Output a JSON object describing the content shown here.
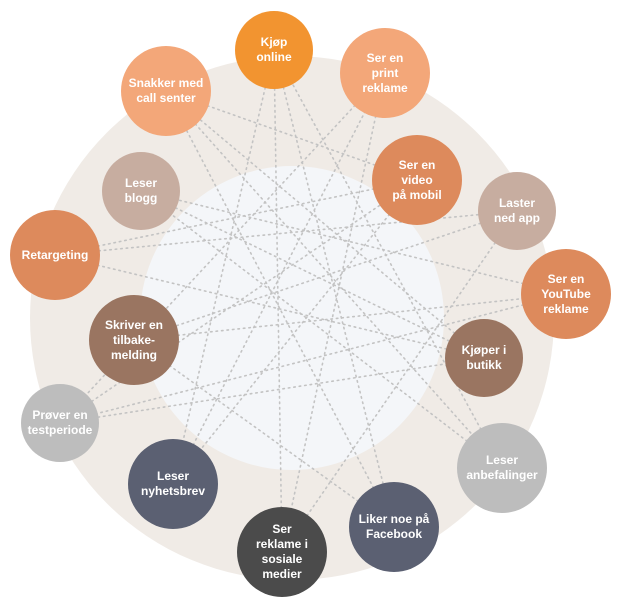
{
  "palette": {
    "ring": "#f0ebe6",
    "inner": "#f4f6f9",
    "dots": "#c3c3c3",
    "orange_light": "#f3a779",
    "orange": "#f29430",
    "orange_mid": "#dd8a5c",
    "brown": "#b98562",
    "taupe": "#c7ada0",
    "brown_dark": "#9a7561",
    "grey": "#bdbdbd",
    "slate": "#5b6072",
    "charcoal": "#4b4b4b"
  },
  "nodes": [
    {
      "id": "kjop-online",
      "label": "Kjøp\nonline",
      "color": "#f29430"
    },
    {
      "id": "print-reklame",
      "label": "Ser en\nprint\nreklame",
      "color": "#f3a779"
    },
    {
      "id": "video-mobil",
      "label": "Ser en\nvideo\npå mobil",
      "color": "#dd8a5c"
    },
    {
      "id": "laster-app",
      "label": "Laster\nned app",
      "color": "#c7ada0"
    },
    {
      "id": "youtube-reklame",
      "label": "Ser en\nYouTube\nreklame",
      "color": "#dd8a5c"
    },
    {
      "id": "kjoper-butikk",
      "label": "Kjøper i\nbutikk",
      "color": "#9a7561"
    },
    {
      "id": "anbefalinger",
      "label": "Leser\nanbefalinger",
      "color": "#bdbdbd"
    },
    {
      "id": "facebook",
      "label": "Liker noe på\nFacebook",
      "color": "#5b6072"
    },
    {
      "id": "sosiale-medier",
      "label": "Ser\nreklame i\nsosiale\nmedier",
      "color": "#4b4b4b"
    },
    {
      "id": "nyhetsbrev",
      "label": "Leser\nnyhetsbrev",
      "color": "#5b6072"
    },
    {
      "id": "testperiode",
      "label": "Prøver en\ntestperiode",
      "color": "#bdbdbd"
    },
    {
      "id": "tilbakemelding",
      "label": "Skriver en\ntilbake-\nmelding",
      "color": "#9a7561"
    },
    {
      "id": "retargeting",
      "label": "Retargeting",
      "color": "#dd8a5c"
    },
    {
      "id": "blogg",
      "label": "Leser\nblogg",
      "color": "#c7ada0"
    },
    {
      "id": "call-senter",
      "label": "Snakker med\ncall senter",
      "color": "#f3a779"
    }
  ],
  "connections": [
    [
      "kjop-online",
      "facebook"
    ],
    [
      "kjop-online",
      "nyhetsbrev"
    ],
    [
      "print-reklame",
      "sosiale-medier"
    ],
    [
      "print-reklame",
      "testperiode"
    ],
    [
      "video-mobil",
      "nyhetsbrev"
    ],
    [
      "video-mobil",
      "retargeting"
    ],
    [
      "laster-app",
      "tilbakemelding"
    ],
    [
      "laster-app",
      "sosiale-medier"
    ],
    [
      "youtube-reklame",
      "testperiode"
    ],
    [
      "youtube-reklame",
      "blogg"
    ],
    [
      "kjoper-butikk",
      "retargeting"
    ],
    [
      "kjoper-butikk",
      "call-senter"
    ],
    [
      "anbefalinger",
      "blogg"
    ],
    [
      "anbefalinger",
      "kjop-online"
    ],
    [
      "facebook",
      "call-senter"
    ],
    [
      "facebook",
      "tilbakemelding"
    ],
    [
      "sosiale-medier",
      "kjop-online"
    ],
    [
      "nyhetsbrev",
      "print-reklame"
    ],
    [
      "testperiode",
      "video-mobil"
    ],
    [
      "tilbakemelding",
      "youtube-reklame"
    ],
    [
      "retargeting",
      "laster-app"
    ],
    [
      "blogg",
      "kjoper-butikk"
    ],
    [
      "call-senter",
      "anbefalinger"
    ],
    [
      "call-senter",
      "video-mobil"
    ],
    [
      "testperiode",
      "kjoper-butikk"
    ]
  ]
}
